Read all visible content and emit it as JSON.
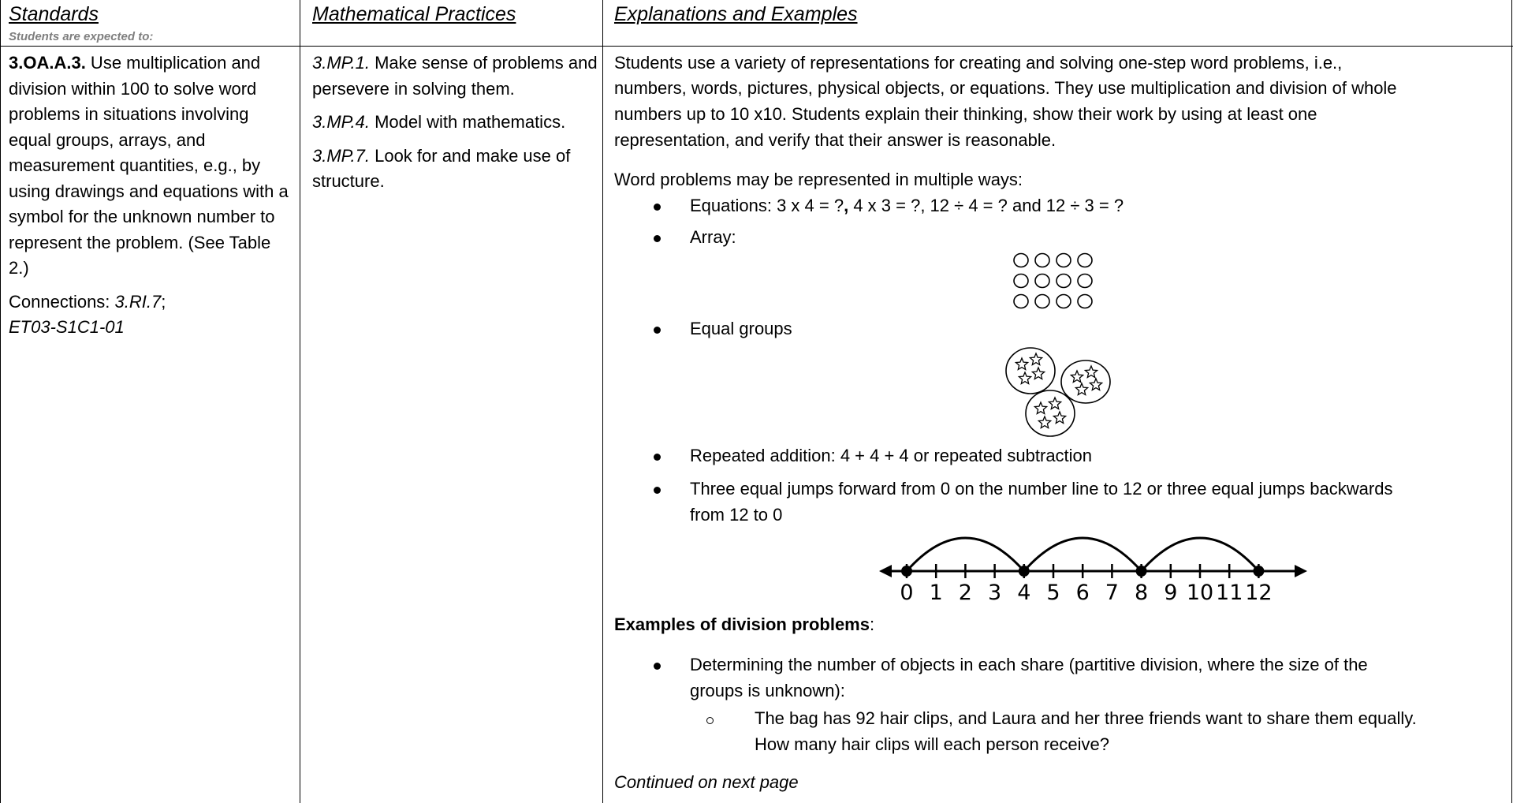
{
  "headers": {
    "standards": "Standards",
    "standards_sub": "Students are expected to:",
    "practices": "Mathematical Practices",
    "explanations": "Explanations and Examples"
  },
  "standard": {
    "code": "3.OA.A.3.",
    "text": " Use multiplication and division within 100 to solve word problems in situations involving equal groups, arrays, and measurement quantities, e.g., by using drawings and equations with a symbol for the unknown number to represent the problem. (See Table 2.)",
    "connections_label": "Connections: ",
    "connection_1": "3.RI.7",
    "connection_sep": ";",
    "connection_2": "ET03-S1C1-01"
  },
  "practices": [
    {
      "code": "3.MP.1.",
      "text": " Make sense of problems and persevere in solving them."
    },
    {
      "code": "3.MP.4.",
      "text": " Model with mathematics."
    },
    {
      "code": "3.MP.7.",
      "text": " Look for and make use of structure."
    }
  ],
  "explanations": {
    "intro_lines": [
      "Students use a variety of representations for creating and solving one-step word problems, i.e.,",
      "numbers, words, pictures, physical objects, or equations. They use multiplication and division of whole",
      "numbers up to 10 x10. Students explain their thinking, show their work by using at least one",
      "representation, and verify that their answer is reasonable."
    ],
    "ways_intro": "Word problems may be represented in multiple ways:",
    "equations_a": "Equations: 3 x 4 = ?",
    "equations_comma": ",",
    "equations_b": " 4 x 3 = ?, 12 ÷ 4 = ? and 12 ÷ 3 = ?",
    "array_label": "Array:",
    "groups_label": "Equal groups",
    "repeated": "Repeated addition: 4 + 4 + 4  or repeated subtraction",
    "jumps_line1": "Three equal jumps forward from 0 on the number line to 12 or three equal jumps backwards",
    "jumps_line2": "from 12 to 0",
    "number_line_labels": [
      "0",
      "1",
      "2",
      "3",
      "4",
      "5",
      "6",
      "7",
      "8",
      "9",
      "10",
      "11",
      "12"
    ],
    "division_heading": "Examples of division problems",
    "division_colon": ":",
    "partitive_line1": "Determining the number of objects in each share (partitive division, where the size of the",
    "partitive_line2": "groups is unknown):",
    "hairclip_line1": "The bag has 92 hair clips, and Laura and her three friends want to share them equally.",
    "hairclip_line2": "How many hair clips will each person receive?",
    "continued": "Continued on next page"
  }
}
